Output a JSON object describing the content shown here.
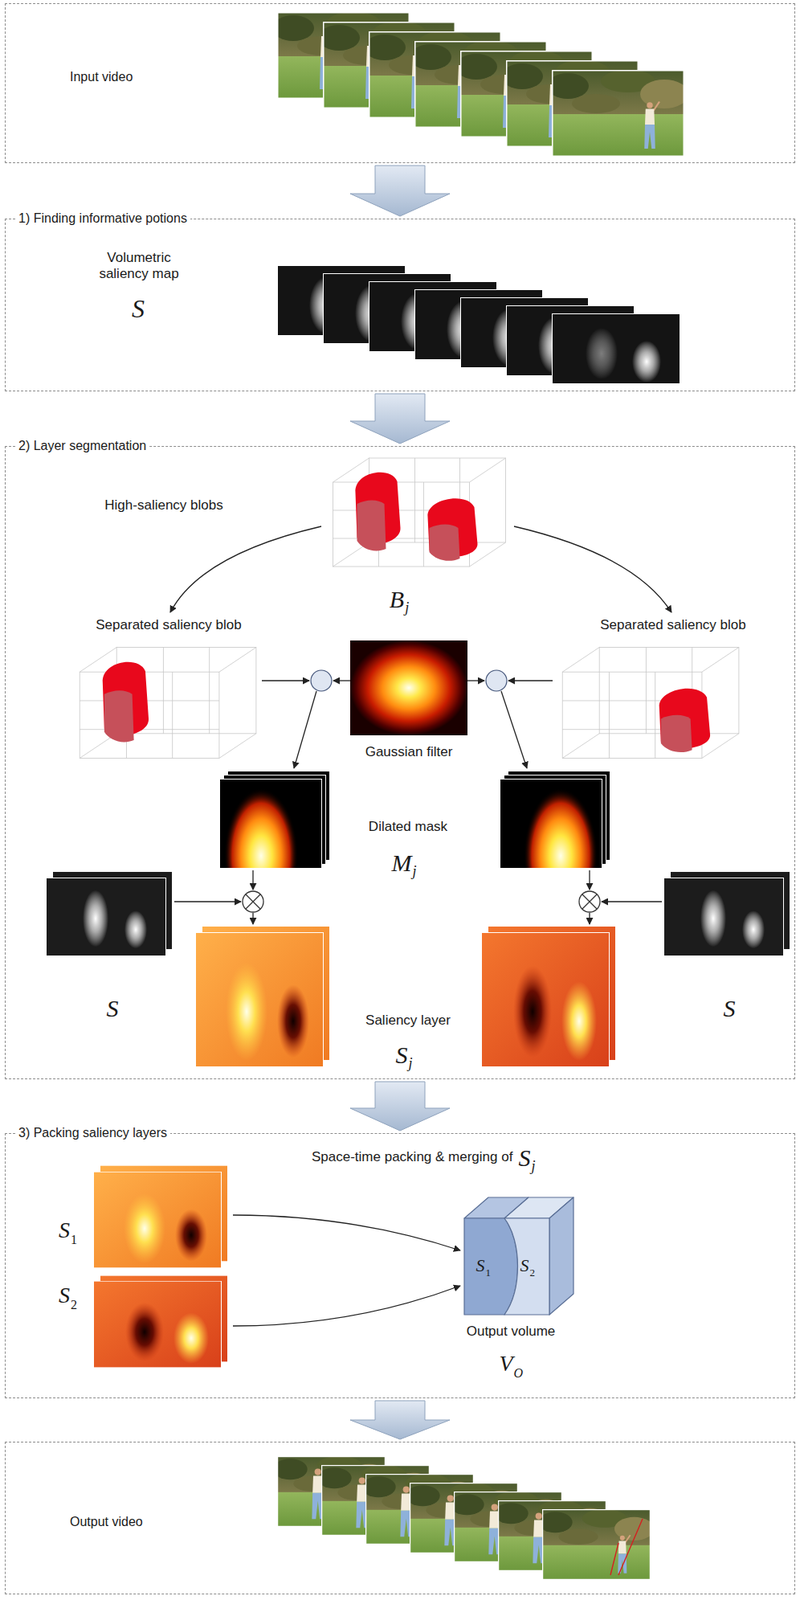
{
  "diagram": {
    "nodes": [
      {
        "text": [
          "Input video"
        ]
      },
      {
        "text": [
          "1) Finding informative potions",
          "Volumetric saliency map"
        ]
      },
      {
        "text": [
          "2) Layer segmentation"
        ]
      },
      {
        "text": [
          "3) Packing saliency layers"
        ]
      },
      {
        "text": [
          "Output video"
        ]
      }
    ],
    "edges": [
      {
        "from": 0,
        "to": 1,
        "arrow": "to"
      },
      {
        "from": 1,
        "to": 2,
        "arrow": "to"
      },
      {
        "from": 2,
        "to": 3,
        "arrow": "to"
      },
      {
        "from": 3,
        "to": 4,
        "arrow": "to"
      }
    ],
    "labels": [
      "S",
      "High-saliency blobs",
      "B",
      "j",
      "Separated saliency blob",
      "Separated saliency blob",
      "Gaussian filter",
      "Dilated mask",
      "M",
      "j",
      "S",
      "S",
      "Saliency layer",
      "S",
      "j",
      "Space-time packing & merging of",
      "S",
      "j",
      "S",
      "1",
      "S",
      "2",
      "S",
      "1",
      "S",
      "2",
      "Output volume",
      "V",
      "O"
    ]
  }
}
